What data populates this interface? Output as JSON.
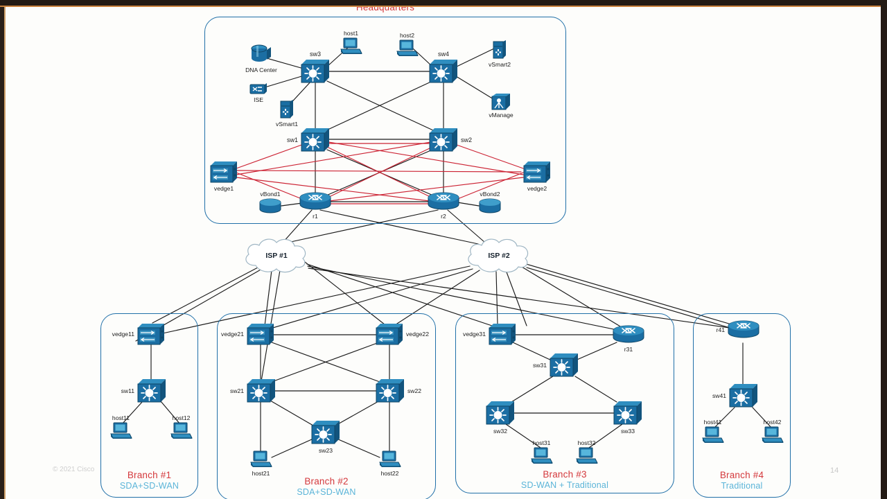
{
  "slide": {
    "page_number": "14",
    "copyright": "© 2021  Cisco",
    "colors": {
      "zone_border": "#1f6fa8",
      "zone_title": "#d4383c",
      "zone_subtitle": "#5ab4d8",
      "device_blue": "#1b6ea3",
      "device_blue_dark": "#12547d",
      "link_black": "#1a1a1a",
      "link_red": "#cc2233",
      "background": "#fdfdfb"
    }
  },
  "zones": [
    {
      "id": "hq",
      "title": "Headquarters",
      "subtitle": ""
    },
    {
      "id": "branch1",
      "title": "Branch #1",
      "subtitle": "SDA+SD-WAN"
    },
    {
      "id": "branch2",
      "title": "Branch #2",
      "subtitle": "SDA+SD-WAN"
    },
    {
      "id": "branch3",
      "title": "Branch #3",
      "subtitle": "SD-WAN + Traditional"
    },
    {
      "id": "branch4",
      "title": "Branch #4",
      "subtitle": "Traditional"
    }
  ],
  "clouds": [
    {
      "id": "isp1",
      "label": "ISP #1"
    },
    {
      "id": "isp2",
      "label": "ISP #2"
    }
  ],
  "devices": {
    "hq": [
      {
        "id": "dnacenter",
        "label": "DNA Center",
        "icon": "storage-cylinder-icon"
      },
      {
        "id": "ise",
        "label": "ISE",
        "icon": "switch-flat-icon"
      },
      {
        "id": "vsmart1",
        "label": "vSmart1",
        "icon": "server-vsmart-icon"
      },
      {
        "id": "vsmart2",
        "label": "vSmart2",
        "icon": "server-vsmart-icon"
      },
      {
        "id": "vmanage",
        "label": "vManage",
        "icon": "server-vmanage-icon"
      },
      {
        "id": "host1",
        "label": "host1",
        "icon": "desktop-pc-icon"
      },
      {
        "id": "host2",
        "label": "host2",
        "icon": "desktop-pc-icon"
      },
      {
        "id": "sw3",
        "label": "sw3",
        "icon": "switch-3d-icon"
      },
      {
        "id": "sw4",
        "label": "sw4",
        "icon": "switch-3d-icon"
      },
      {
        "id": "sw1",
        "label": "sw1",
        "icon": "switch-3d-icon"
      },
      {
        "id": "sw2",
        "label": "sw2",
        "icon": "switch-3d-icon"
      },
      {
        "id": "vedge1",
        "label": "vedge1",
        "icon": "vedge-router-icon"
      },
      {
        "id": "vedge2",
        "label": "vedge2",
        "icon": "vedge-router-icon"
      },
      {
        "id": "vbond1",
        "label": "vBond1",
        "icon": "database-cylinder-icon"
      },
      {
        "id": "vbond2",
        "label": "vBond2",
        "icon": "database-cylinder-icon"
      },
      {
        "id": "r1",
        "label": "r1",
        "icon": "router-icon"
      },
      {
        "id": "r2",
        "label": "r2",
        "icon": "router-icon"
      }
    ],
    "branch1": [
      {
        "id": "vedge11",
        "label": "vedge11",
        "icon": "vedge-router-icon"
      },
      {
        "id": "sw11",
        "label": "sw11",
        "icon": "switch-3d-icon"
      },
      {
        "id": "host11",
        "label": "host11",
        "icon": "desktop-pc-icon"
      },
      {
        "id": "host12",
        "label": "host12",
        "icon": "desktop-pc-icon"
      }
    ],
    "branch2": [
      {
        "id": "vedge21",
        "label": "vedge21",
        "icon": "vedge-router-icon"
      },
      {
        "id": "vedge22",
        "label": "vedge22",
        "icon": "vedge-router-icon"
      },
      {
        "id": "sw21",
        "label": "sw21",
        "icon": "switch-3d-icon"
      },
      {
        "id": "sw22",
        "label": "sw22",
        "icon": "switch-3d-icon"
      },
      {
        "id": "sw23",
        "label": "sw23",
        "icon": "switch-3d-icon"
      },
      {
        "id": "host21",
        "label": "host21",
        "icon": "desktop-pc-icon"
      },
      {
        "id": "host22",
        "label": "host22",
        "icon": "desktop-pc-icon"
      }
    ],
    "branch3": [
      {
        "id": "vedge31",
        "label": "vedge31",
        "icon": "vedge-router-icon"
      },
      {
        "id": "r31",
        "label": "r31",
        "icon": "router-icon"
      },
      {
        "id": "sw31",
        "label": "sw31",
        "icon": "switch-3d-icon"
      },
      {
        "id": "sw32",
        "label": "sw32",
        "icon": "switch-3d-icon"
      },
      {
        "id": "sw33",
        "label": "sw33",
        "icon": "switch-3d-icon"
      },
      {
        "id": "host31",
        "label": "host31",
        "icon": "desktop-pc-icon"
      },
      {
        "id": "host32",
        "label": "host32",
        "icon": "desktop-pc-icon"
      }
    ],
    "branch4": [
      {
        "id": "r41",
        "label": "r41",
        "icon": "router-icon"
      },
      {
        "id": "sw41",
        "label": "sw41",
        "icon": "switch-3d-icon"
      },
      {
        "id": "host41",
        "label": "host41",
        "icon": "desktop-pc-icon"
      },
      {
        "id": "host42",
        "label": "host42",
        "icon": "desktop-pc-icon"
      }
    ]
  }
}
